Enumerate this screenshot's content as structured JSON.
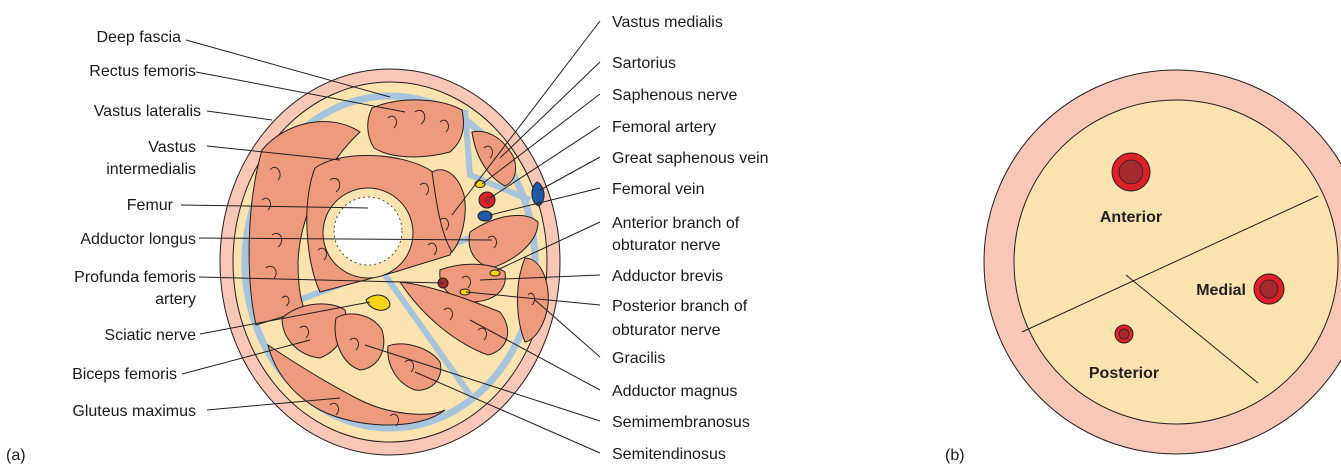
{
  "panel_a": {
    "tag": "(a)",
    "left_labels": [
      "Deep fascia",
      "Rectus femoris",
      "Vastus lateralis",
      "Vastus",
      "intermedialis",
      "Femur",
      "Adductor longus",
      "Profunda femoris",
      "artery",
      "Sciatic nerve",
      "Biceps femoris",
      "Gluteus maximus"
    ],
    "right_labels": [
      "Vastus medialis",
      "Sartorius",
      "Saphenous nerve",
      "Femoral artery",
      "Great saphenous vein",
      "Femoral vein",
      "Anterior branch of",
      "obturator nerve",
      "Adductor brevis",
      "Posterior branch of",
      "obturator nerve",
      "Gracilis",
      "Adductor magnus",
      "Semimembranosus",
      "Semitendinosus"
    ]
  },
  "panel_b": {
    "tag": "(b)",
    "compartments": [
      "Anterior",
      "Medial",
      "Posterior"
    ]
  },
  "colors": {
    "skin": "#f9c7b8",
    "fat": "#fbe3b0",
    "fascia": "#a7c4dd",
    "muscle": "#ee9a7d",
    "bone": "#fbe3b0",
    "artery": "#e02027",
    "artery_inner": "#a32a2e",
    "vein": "#1d5ba6",
    "nerve": "#f7d417",
    "outline": "#231f20"
  }
}
